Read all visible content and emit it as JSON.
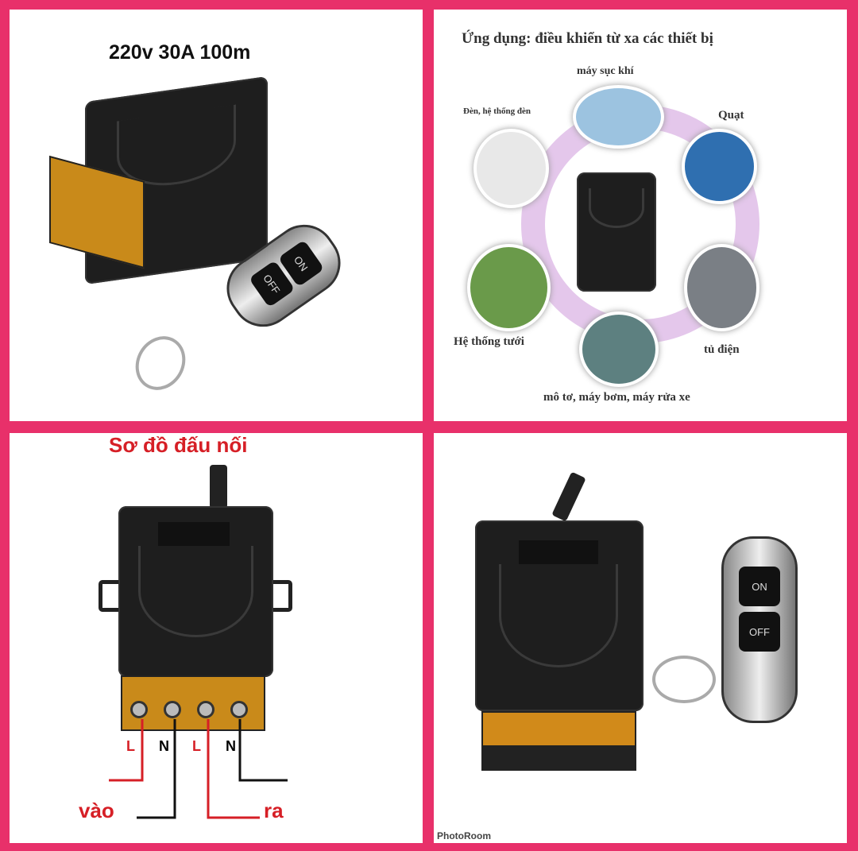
{
  "panel1": {
    "title": "220v 30A 100m",
    "remote_buttons": [
      "ON",
      "OFF"
    ]
  },
  "panel2": {
    "title": "Ứng dụng: điều khiển từ xa các thiết bị",
    "labels": {
      "aerator": "máy sục khí",
      "lights": "Đèn, hệ thống đèn",
      "fan": "Quạt",
      "irrigation": "Hệ thống tưới",
      "cabinet": "tủ điện",
      "motor": "mô tơ, máy bơm, máy rửa xe"
    }
  },
  "panel3": {
    "title": "Sơ đồ đấu nối",
    "terminals": [
      "L",
      "N",
      "L",
      "N"
    ],
    "input_label": "vào",
    "output_label": "ra"
  },
  "panel4": {
    "remote_buttons": [
      "ON",
      "OFF"
    ],
    "watermark": "PhotoRoom"
  },
  "colors": {
    "border": "#e8306a",
    "accent_red": "#d61f26"
  }
}
